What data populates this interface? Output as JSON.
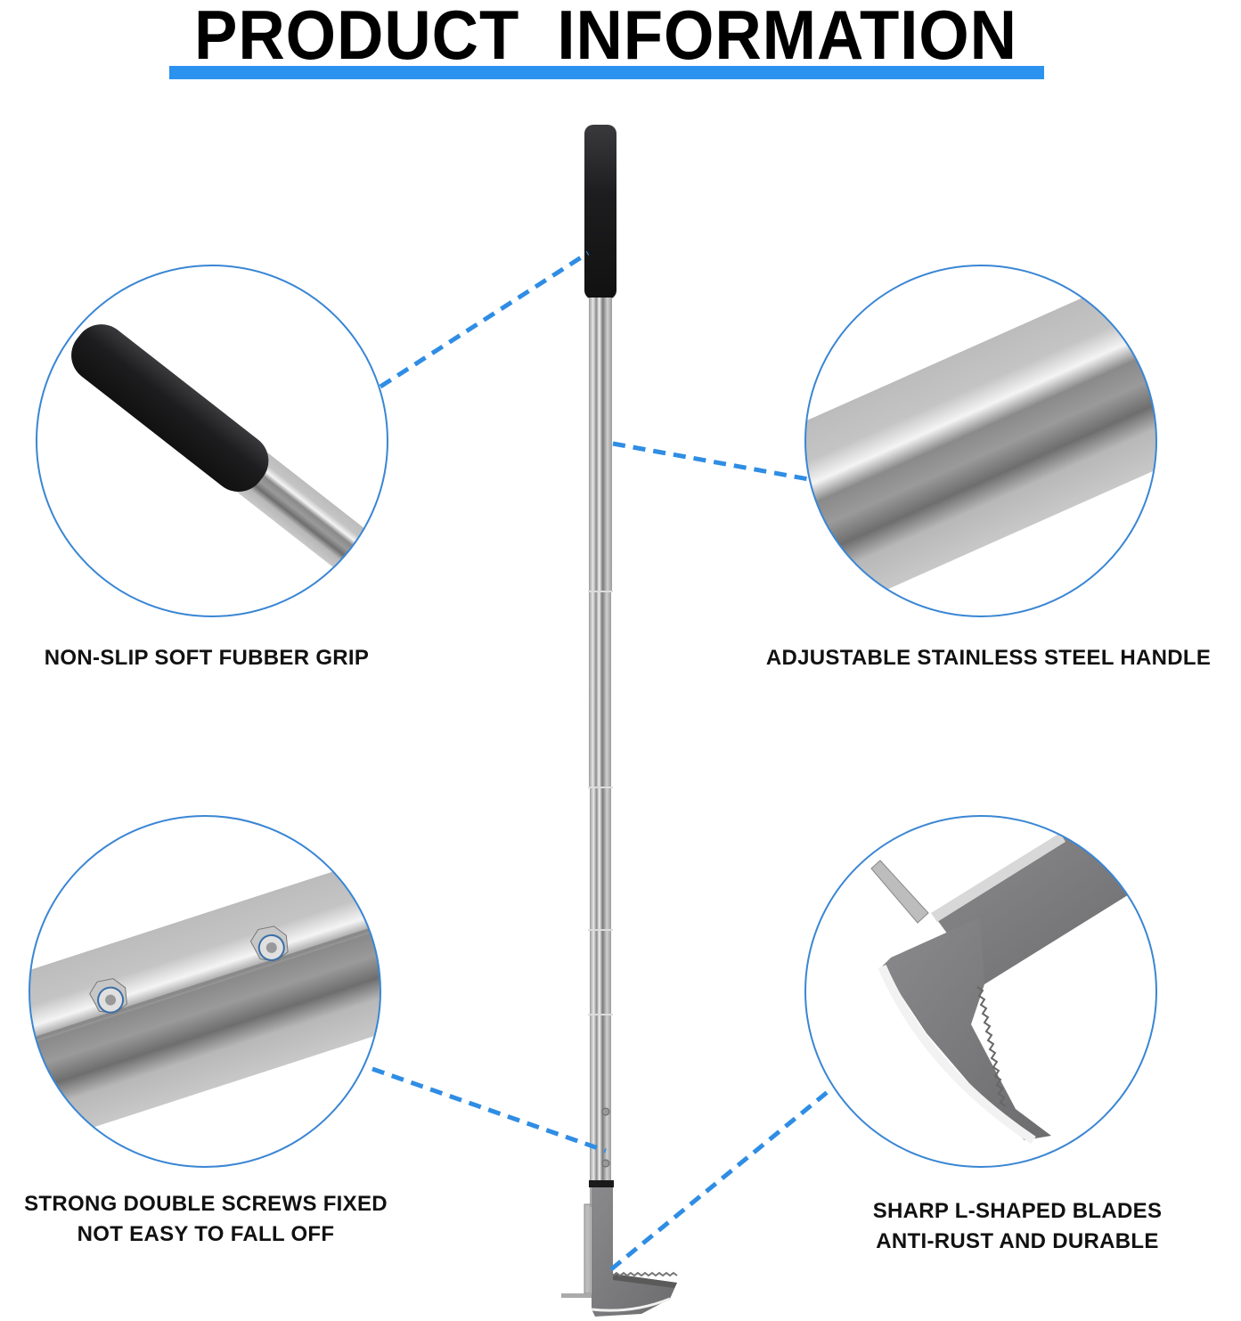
{
  "header": {
    "title": "PRODUCT  INFORMATION",
    "underline_color": "#2b93ef"
  },
  "features": [
    {
      "id": "grip",
      "label": "NON-SLIP SOFT FUBBER GRIP",
      "lines": [
        "NON-SLIP SOFT FUBBER GRIP"
      ],
      "detail_image": "black-foam-grip-closeup"
    },
    {
      "id": "handle",
      "label": "ADJUSTABLE STAINLESS STEEL HANDLE",
      "lines": [
        "ADJUSTABLE STAINLESS STEEL HANDLE"
      ],
      "detail_image": "stainless-steel-tube-closeup"
    },
    {
      "id": "screws",
      "label": "STRONG DOUBLE SCREWS FIXED NOT EASY TO FALL OFF",
      "lines": [
        "STRONG DOUBLE SCREWS FIXED",
        "NOT EASY TO FALL OFF"
      ],
      "detail_image": "double-screws-closeup"
    },
    {
      "id": "blade",
      "label": "SHARP L-SHAPED BLADES ANTI-RUST AND DURABLE",
      "lines": [
        "SHARP L-SHAPED BLADES",
        "ANTI-RUST AND DURABLE"
      ],
      "detail_image": "l-shaped-serrated-blade-closeup"
    }
  ],
  "colors": {
    "accent": "#2b93ef",
    "circle_border": "#3a86d4",
    "grip": "#1c1c1e",
    "steel": "#b8b8b8",
    "blade": "#7d7d7f"
  }
}
